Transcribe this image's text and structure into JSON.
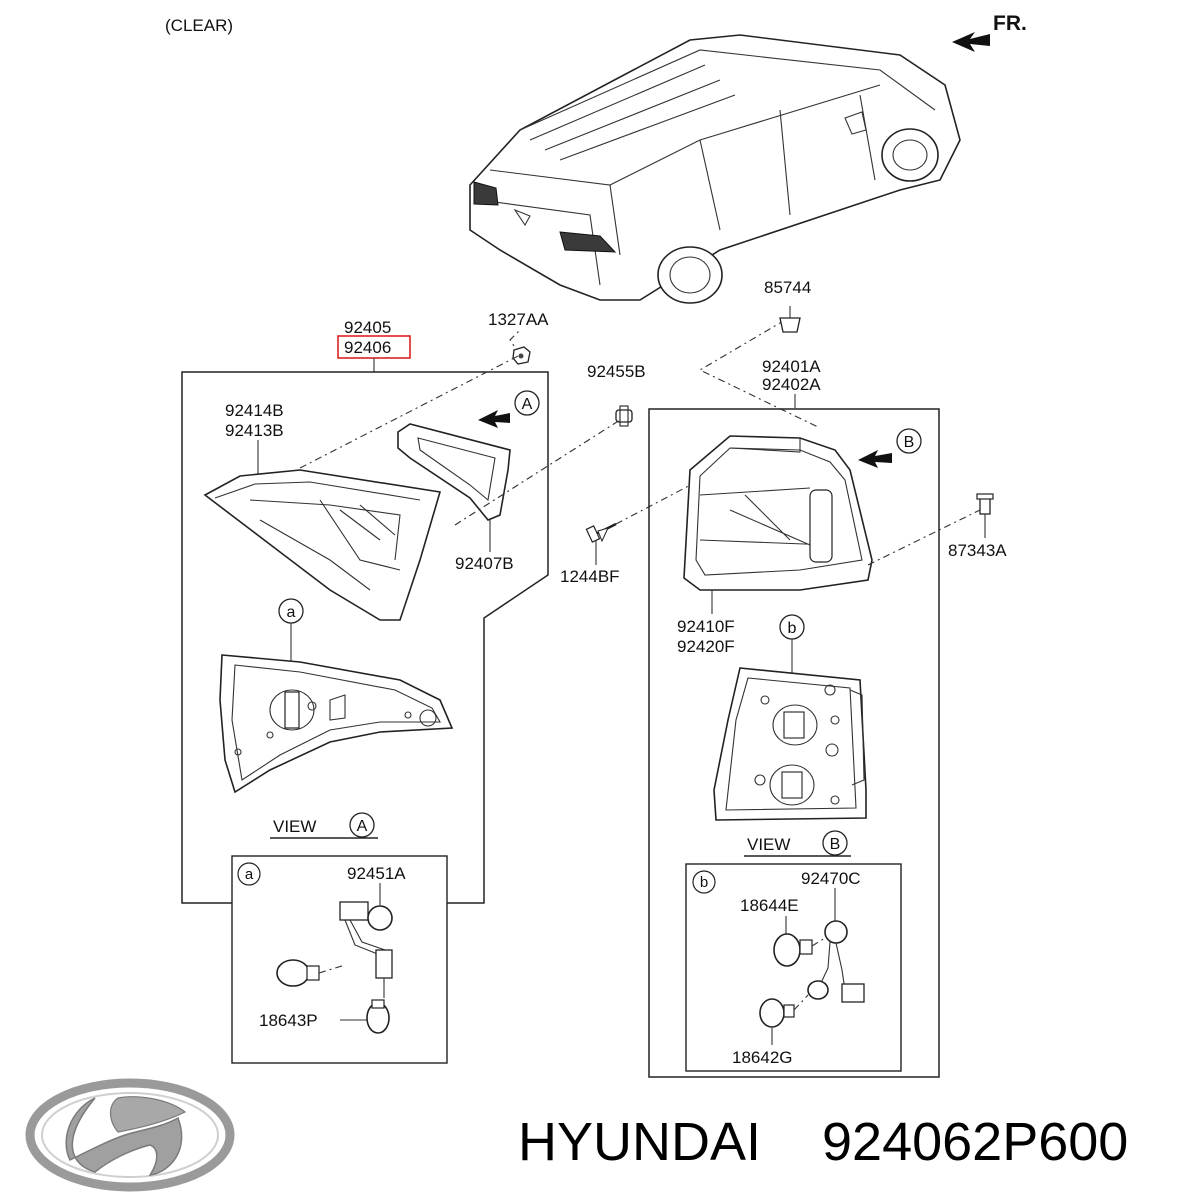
{
  "header": {
    "variant_label": "(CLEAR)",
    "front_label": "FR."
  },
  "left_assembly": {
    "part_numbers": [
      "92405",
      "92406"
    ],
    "highlighted": "92406",
    "lamp_labels": [
      "92414B",
      "92413B"
    ],
    "gasket_label": "92407B",
    "nut_label": "1327AA",
    "view_callout": "A",
    "detail_callout": "a",
    "view_caption": {
      "word": "VIEW",
      "letter": "A"
    },
    "inset": {
      "letter": "a",
      "socket_label": "92451A",
      "bulb_label": "18643P"
    }
  },
  "center_parts": {
    "grommet_label": "92455B",
    "screw_label": "1244BF"
  },
  "right_assembly": {
    "clip_label": "85744",
    "part_numbers": [
      "92401A",
      "92402A"
    ],
    "lamp_labels": [
      "92410F",
      "92420F"
    ],
    "bolt_label": "87343A",
    "view_callout": "B",
    "detail_callout": "b",
    "view_caption": {
      "word": "VIEW",
      "letter": "B"
    },
    "inset": {
      "letter": "b",
      "socket_label": "92470C",
      "bulb_top_label": "18644E",
      "bulb_bottom_label": "18642G"
    }
  },
  "footer": {
    "brand": "HYUNDAI",
    "part_number": "924062P600",
    "logo_icon": "hyundai-logo-icon"
  },
  "colors": {
    "highlight": "#dd2222",
    "ink": "#222222",
    "logo_silver": "#9a9a9a"
  }
}
